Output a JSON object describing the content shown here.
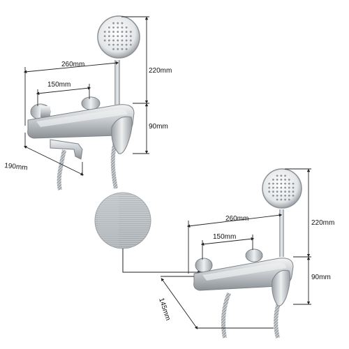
{
  "diagram": {
    "top_set": {
      "width_label": "260mm",
      "handle_spacing_label": "150mm",
      "shower_height_label": "220mm",
      "body_height_label": "90mm",
      "depth_label": "190mm"
    },
    "bottom_set": {
      "width_label": "260mm",
      "handle_spacing_label": "150mm",
      "shower_height_label": "220mm",
      "body_height_label": "90mm",
      "depth_label": "145mm"
    },
    "finish_swatch": "brushed-steel-texture",
    "colors": {
      "steel_light": "#e6e8ea",
      "steel_mid": "#b8bcc0",
      "steel_dark": "#7d8388",
      "dimension_line": "#222222"
    }
  }
}
